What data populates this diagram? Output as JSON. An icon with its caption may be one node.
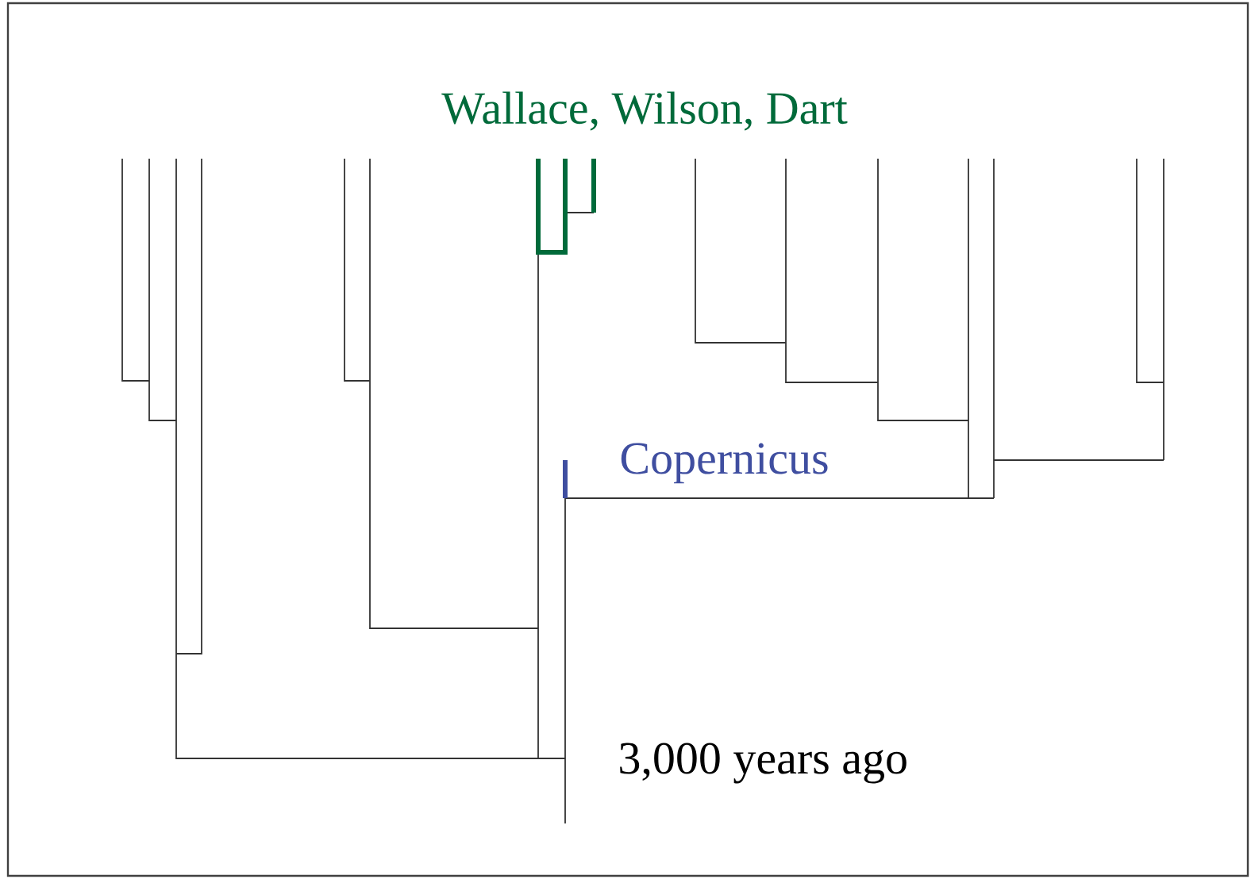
{
  "diagram": {
    "labels": [
      "Wallace, Wilson, Dart",
      "Copernicus",
      "3,000 years ago"
    ]
  }
}
